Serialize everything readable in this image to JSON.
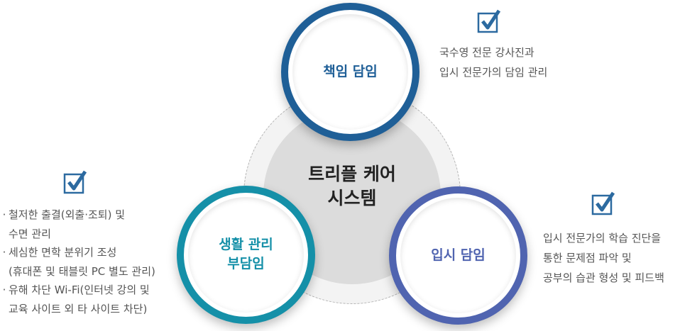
{
  "center": {
    "line1": "트리플 케어",
    "line2": "시스템"
  },
  "nodes": {
    "top": {
      "label": "책임 담임",
      "color": "#1f5f97"
    },
    "left": {
      "line1": "생활 관리",
      "line2": "부담임",
      "color": "#1590a8"
    },
    "right": {
      "label": "입시 담임",
      "color": "#5064b0"
    }
  },
  "top_desc": {
    "line1": "국수영 전문 강사진과",
    "line2": "입시 전문가의 담임 관리"
  },
  "right_desc": {
    "line1": "입시 전문가의 학습 진단을",
    "line2": "통한 문제점 파악 및",
    "line3": "공부의 습관 형성 및 피드백"
  },
  "left_bullets": [
    {
      "line1": "철저한 출결(외출·조퇴) 및",
      "line2": "수면 관리"
    },
    {
      "line1": "세심한 면학 분위기 조성",
      "line2": "(휴대폰 및 태블릿 PC 별도 관리)"
    },
    {
      "line1": "유해 차단 Wi-Fi(인터넷 강의 및",
      "line2": "교육 사이트 외 타 사이트 차단)"
    }
  ],
  "bullet_mark": "·",
  "check_color": "#2c6aa0"
}
